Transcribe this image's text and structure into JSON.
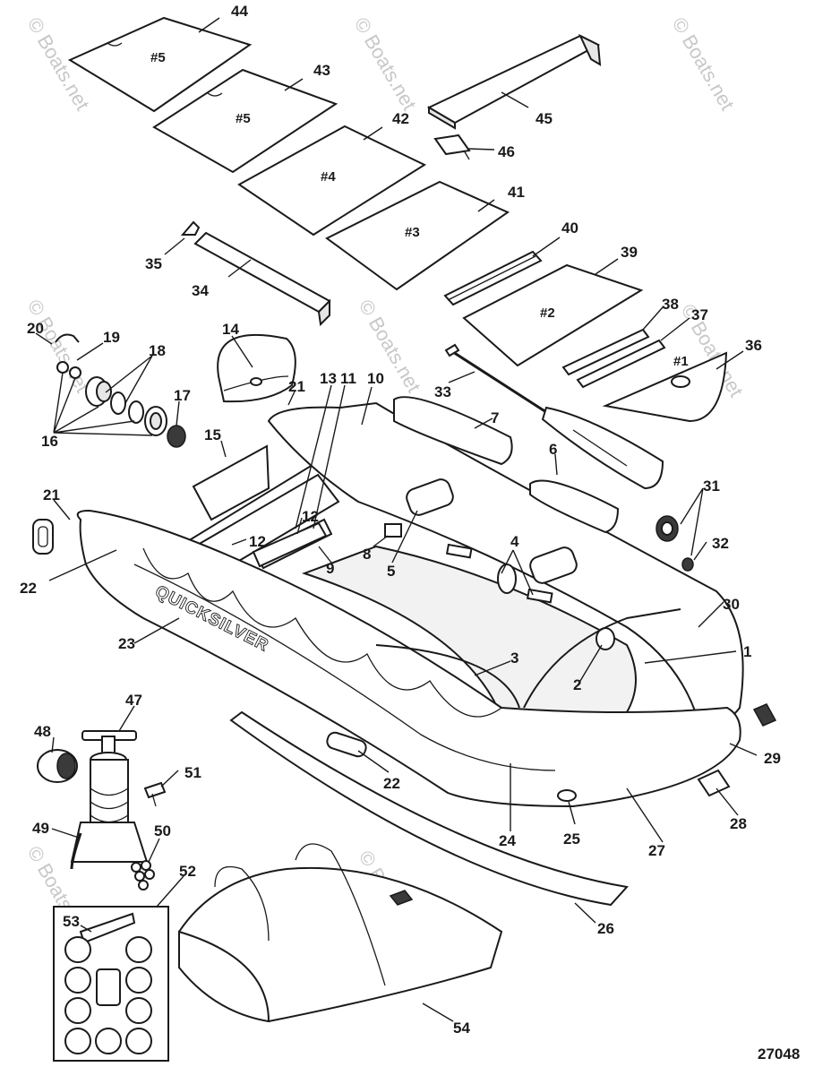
{
  "diagram_id": "27048",
  "brand_text": "QUICKSILVER",
  "watermarks": [
    "© Boats.net",
    "© Boats.net",
    "© Boats.net",
    "© Boats.net",
    "© Boats.net",
    "© Boats.net",
    "© Boats.net",
    "© Boats.net",
    "© Boats.net",
    "© Boats.net"
  ],
  "floor_tags": [
    "#5",
    "#5",
    "#4",
    "#3",
    "#2",
    "#1"
  ],
  "callouts": [
    "1",
    "2",
    "3",
    "4",
    "5",
    "6",
    "7",
    "8",
    "9",
    "10",
    "11",
    "12",
    "12",
    "13",
    "14",
    "15",
    "16",
    "17",
    "18",
    "19",
    "20",
    "21",
    "21",
    "22",
    "22",
    "23",
    "24",
    "25",
    "26",
    "27",
    "28",
    "29",
    "30",
    "31",
    "32",
    "33",
    "34",
    "35",
    "36",
    "37",
    "38",
    "39",
    "40",
    "41",
    "42",
    "43",
    "44",
    "45",
    "46",
    "47",
    "48",
    "49",
    "50",
    "51",
    "52",
    "53",
    "54"
  ]
}
